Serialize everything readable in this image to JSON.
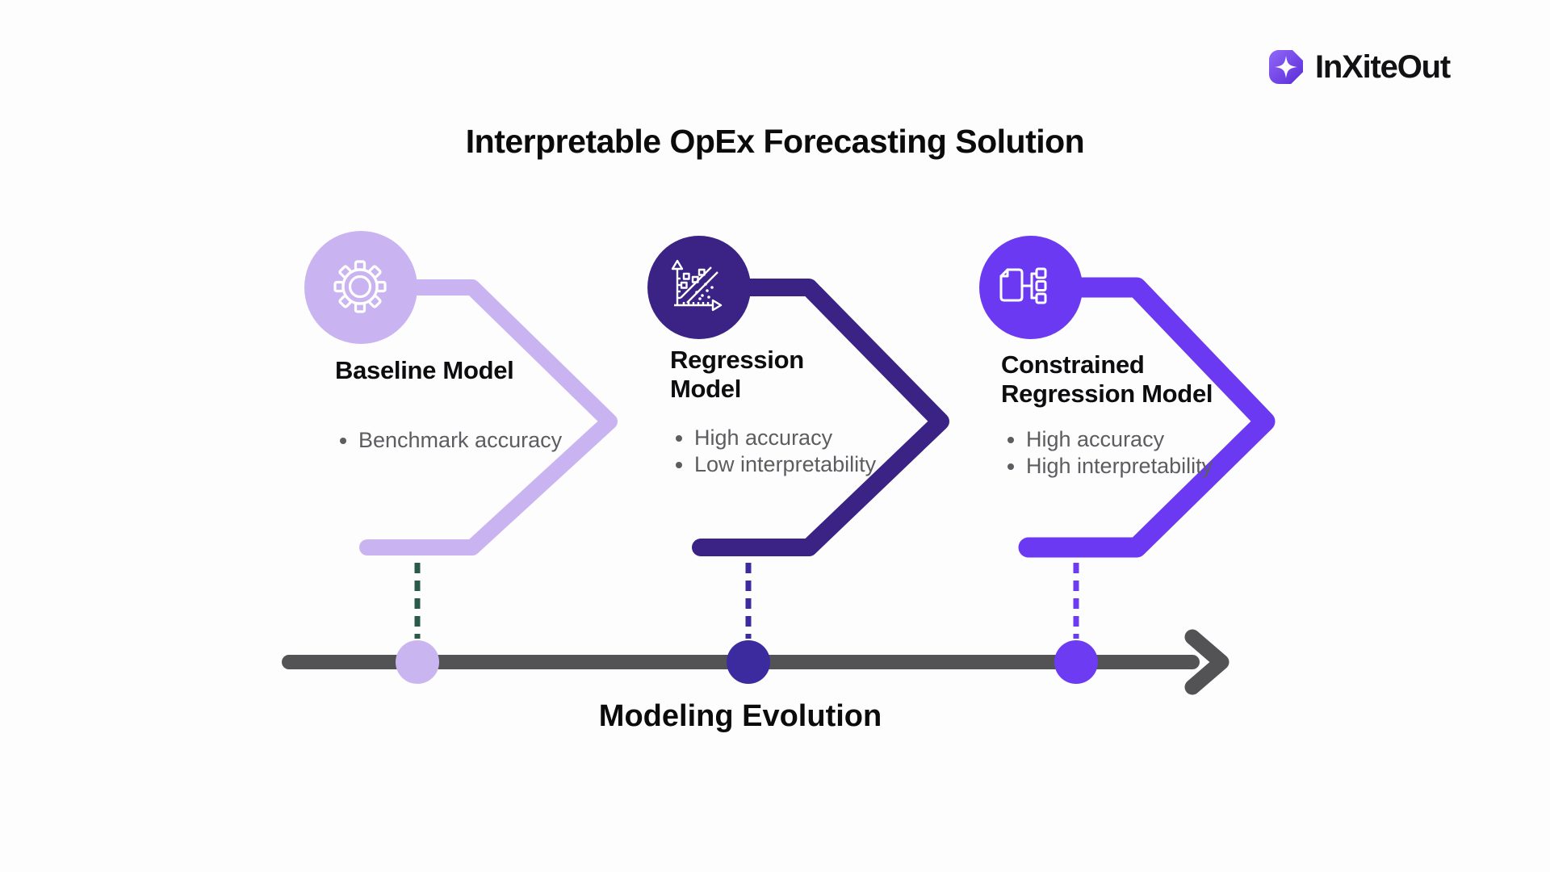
{
  "page": {
    "title": "Interpretable OpEx Forecasting Solution",
    "background": "#fdfdfd"
  },
  "logo": {
    "brand": "InXiteOut",
    "icon": "inxiteout-logo-icon",
    "icon_color_start": "#9168F8",
    "icon_color_end": "#5A2BD8"
  },
  "timeline": {
    "label": "Modeling Evolution",
    "color": "#535356"
  },
  "stages": [
    {
      "id": "baseline-model",
      "title": "Baseline Model",
      "bullets": [
        "Benchmark accuracy"
      ],
      "color": "#C9B4F1",
      "dot_color": "#C9B6F1",
      "connector_color": "#2A5B49",
      "icon": "gear-icon"
    },
    {
      "id": "regression-model",
      "title": "Regression\nModel",
      "bullets": [
        "High accuracy",
        "Low interpretability"
      ],
      "color": "#3A2385",
      "dot_color": "#3B2B9E",
      "connector_color": "#3B2B9E",
      "icon": "scatter-regression-icon"
    },
    {
      "id": "constrained-regression-model",
      "title": "Constrained\nRegression Model",
      "bullets": [
        "High accuracy",
        "High interpretability"
      ],
      "color": "#6B39F1",
      "dot_color": "#6C3BF2",
      "connector_color": "#6C3BF2",
      "icon": "document-flow-icon"
    }
  ]
}
